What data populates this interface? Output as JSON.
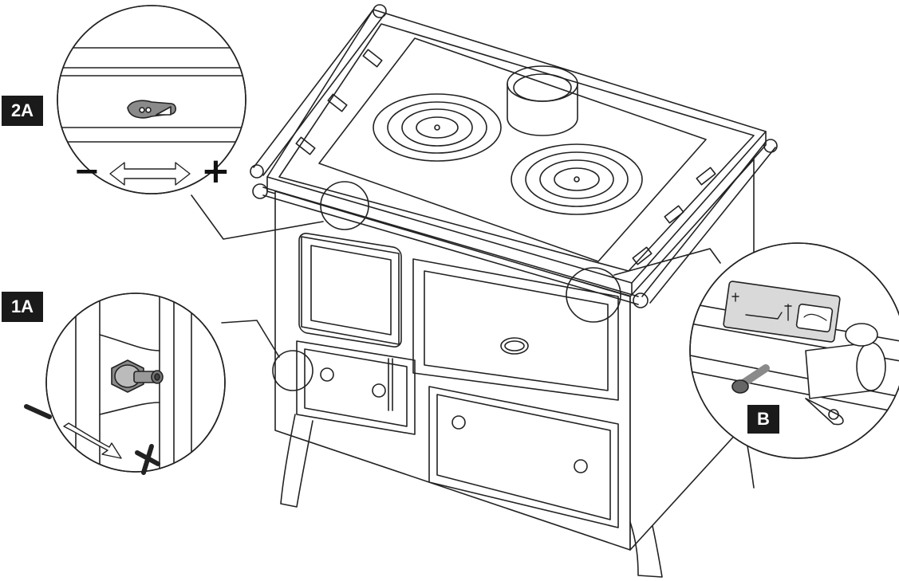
{
  "labels": {
    "detail_2a": "2A",
    "detail_1a": "1A",
    "detail_b": "B"
  },
  "signs": {
    "minus": "−",
    "plus": "+"
  },
  "colors": {
    "line": "#222222",
    "label_background": "#1a1a1a",
    "label_text": "#ffffff",
    "knob_grey": "#8a8a8a"
  },
  "icons": [
    "double-arrow-icon",
    "flame-icon",
    "thermometer-icon",
    "oven-icon"
  ]
}
